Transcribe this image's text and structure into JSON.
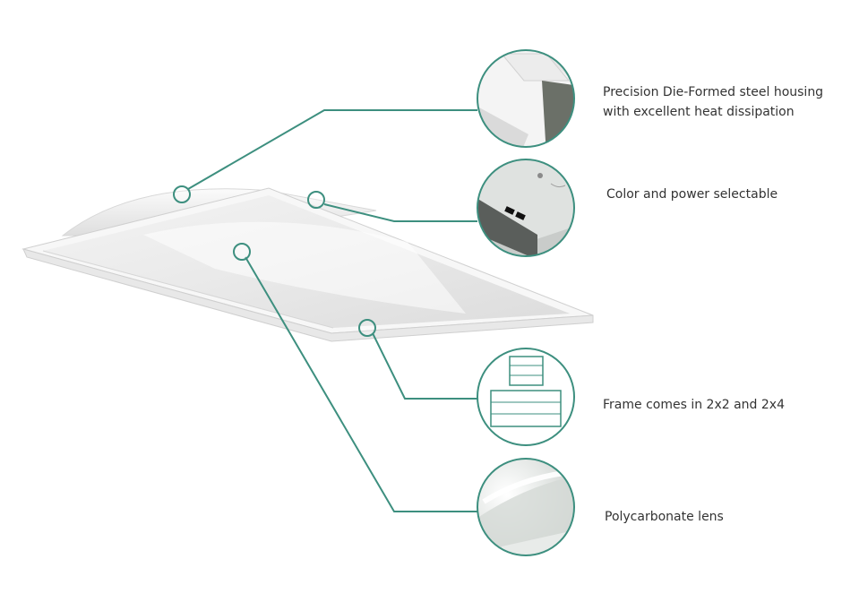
{
  "accent_color": "#3d8f7f",
  "callouts": [
    {
      "id": "housing",
      "lines": [
        "Precision Die-Formed steel housing",
        "with excellent heat dissipation"
      ],
      "icon": "housing-detail-photo"
    },
    {
      "id": "selectable",
      "lines": [
        "Color and power selectable"
      ],
      "icon": "driver-switch-photo"
    },
    {
      "id": "frame",
      "lines": [
        "Frame comes in 2x2 and 2x4"
      ],
      "icon": "frame-sizes-diagram"
    },
    {
      "id": "lens",
      "lines": [
        "Polycarbonate lens"
      ],
      "icon": "lens-detail-photo"
    }
  ]
}
